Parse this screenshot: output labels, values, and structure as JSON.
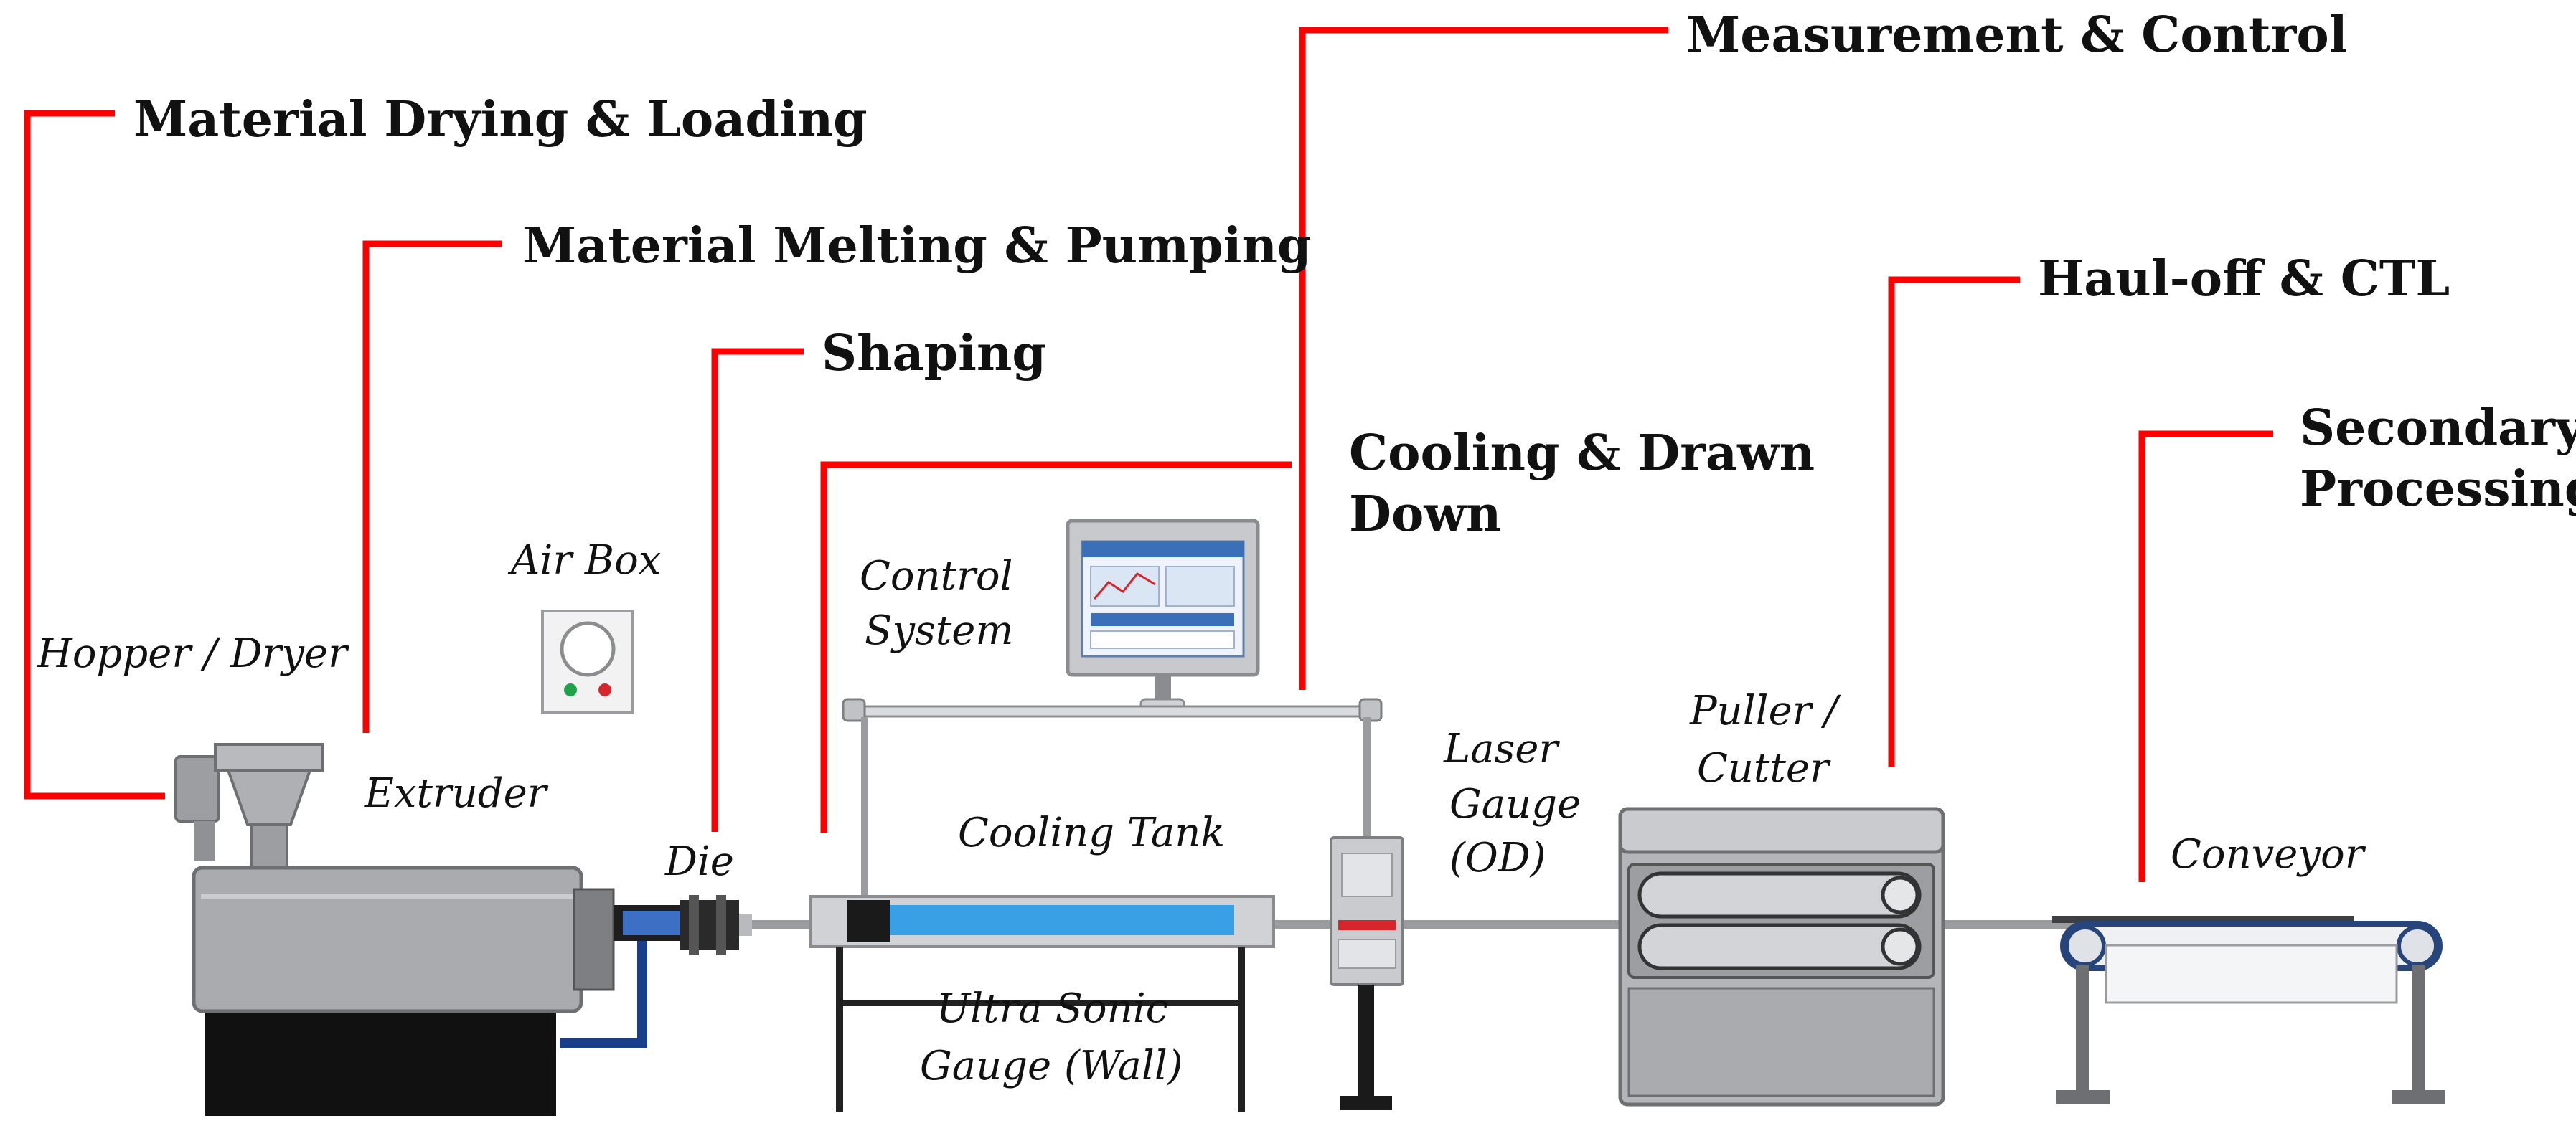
{
  "colors": {
    "leader": "#ff0000",
    "machine_grey": "#a7a9ac",
    "machine_dark": "#6d6f72",
    "base_black": "#111111",
    "water_blue": "#3aa0e6",
    "indicator_green": "#1fa34a",
    "indicator_red": "#d7262b",
    "screen_blue": "#3b6fb8"
  },
  "stages": {
    "drying": "Material Drying & Loading",
    "melting": "Material Melting & Pumping",
    "shaping": "Shaping",
    "measurement": "Measurement & Control",
    "cooling_line1": "Cooling & Drawn",
    "cooling_line2": "Down",
    "hauloff": "Haul-off & CTL",
    "secondary_line1": "Secondary",
    "secondary_line2": "Processing"
  },
  "equipment": {
    "hopper": "Hopper / Dryer",
    "air_box": "Air Box",
    "extruder": "Extruder",
    "die": "Die",
    "control_line1": "Control",
    "control_line2": "System",
    "cooling_tank": "Cooling Tank",
    "ultra_line1": "Ultra Sonic",
    "ultra_line2": "Gauge (Wall)",
    "laser_line1": "Laser",
    "laser_line2": "Gauge",
    "laser_line3": "(OD)",
    "puller_line1": "Puller /",
    "puller_line2": "Cutter",
    "conveyor": "Conveyor"
  }
}
